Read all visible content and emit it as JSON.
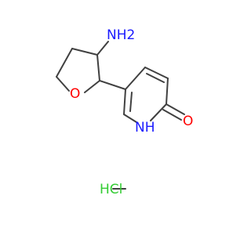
{
  "structure": {
    "atoms": {
      "nh2": "NH2",
      "ring_oxygen": "O",
      "ring_nh": "NH",
      "carbonyl_oxygen": "O",
      "salt": "HCl"
    }
  },
  "colors": {
    "bond": "#404040",
    "nitrogen": "#1a1aff",
    "oxygen": "#ff0000",
    "hcl": "#33cc33",
    "hydrogen": "#404040"
  }
}
